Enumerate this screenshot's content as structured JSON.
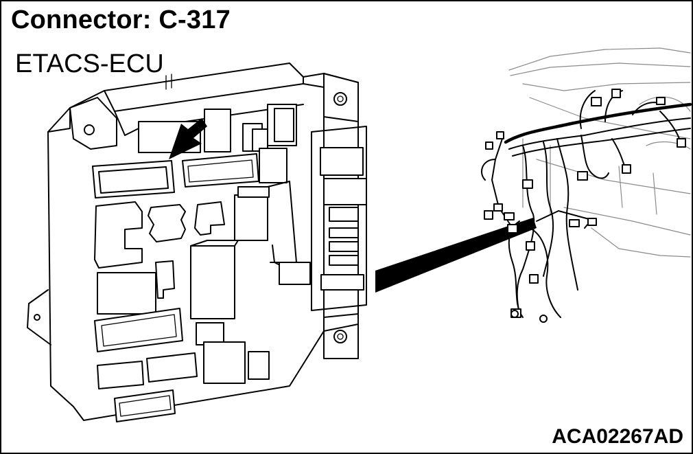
{
  "title": "Connector: C-317",
  "component_label": "ETACS-ECU",
  "figure_code": "ACA02267AD"
}
